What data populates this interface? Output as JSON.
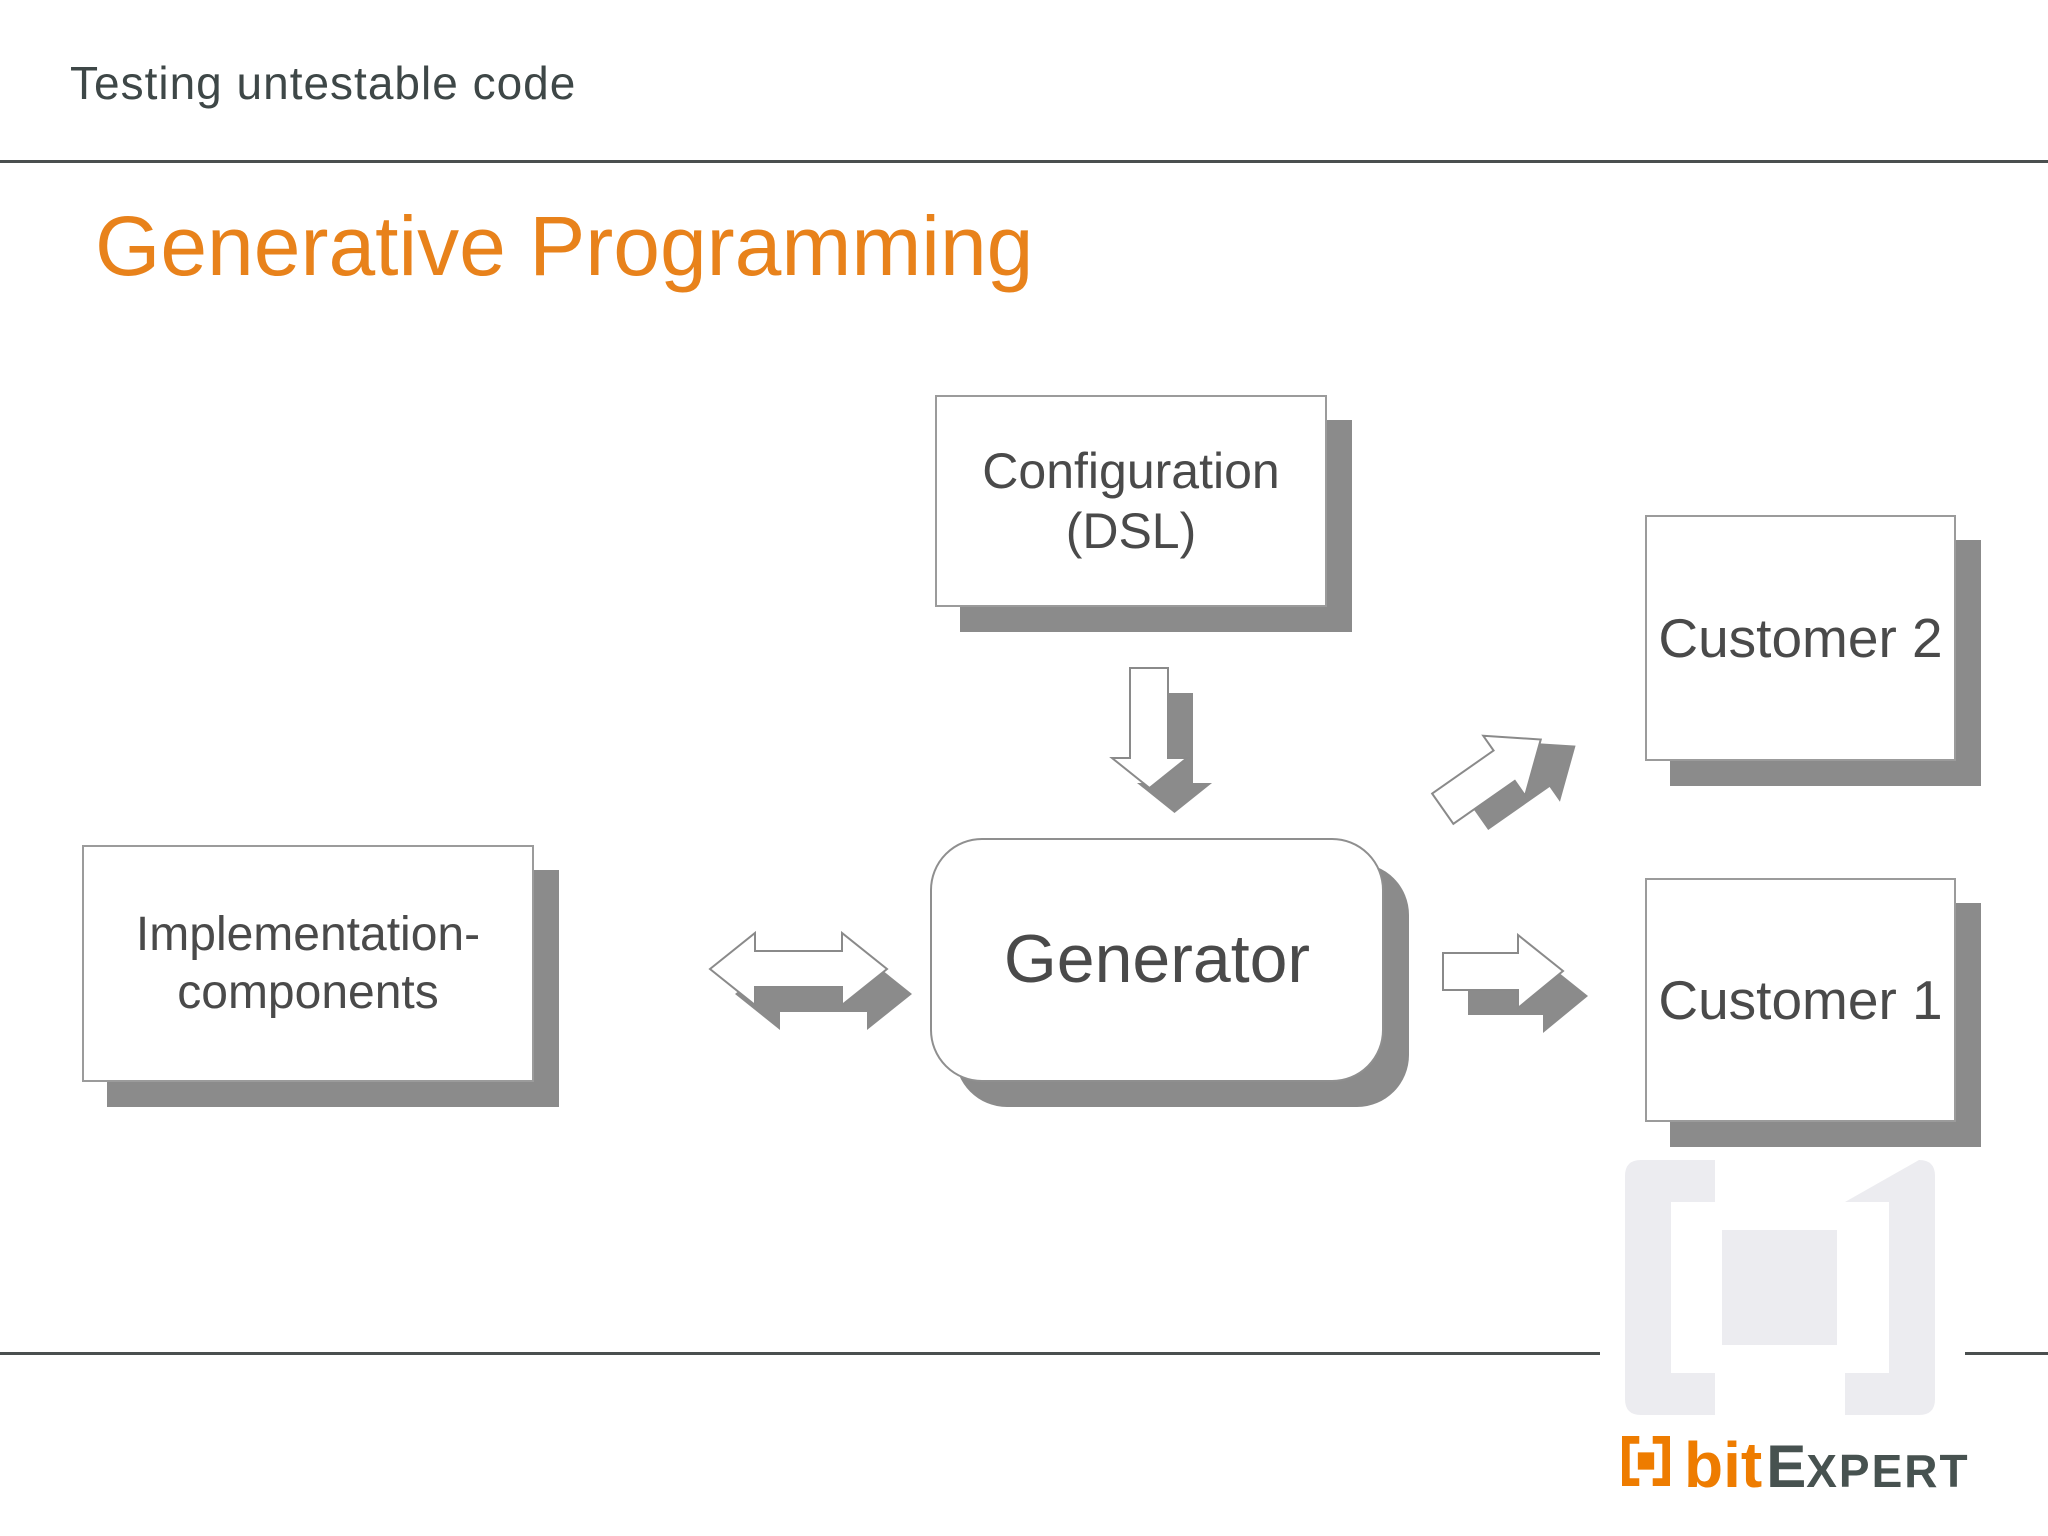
{
  "slide": {
    "header_title": "Testing untestable code",
    "page_title": "Generative Programming"
  },
  "diagram": {
    "configuration_box": {
      "line1": "Configuration",
      "line2": "(DSL)"
    },
    "implementation_box": {
      "line1": "Implementation-",
      "line2": "components"
    },
    "generator_box": {
      "label": "Generator"
    },
    "customer2_box": {
      "label": "Customer 2"
    },
    "customer1_box": {
      "label": "Customer 1"
    },
    "arrows": {
      "configuration_to_generator": "block-arrow-down-icon",
      "implementation_and_generator": "block-arrow-double-horizontal-icon",
      "generator_to_customer1": "block-arrow-right-icon",
      "generator_to_customer2": "block-arrow-up-right-icon"
    }
  },
  "footer": {
    "logo_bit": "bit",
    "logo_expert_initial": "E",
    "logo_expert_rest": "XPERT",
    "watermark": "bitexpert-brackets-watermark"
  },
  "colors": {
    "accent_orange": "#E8821B",
    "logo_orange": "#EE7C00",
    "box_text_gray": "#4A4A4A",
    "header_text_gray": "#3E4747",
    "shadow_gray": "#8B8B8B",
    "border_gray": "#9B9B9B",
    "divider_gray": "#4A4F4F",
    "watermark_gray": "#ECECF0"
  }
}
